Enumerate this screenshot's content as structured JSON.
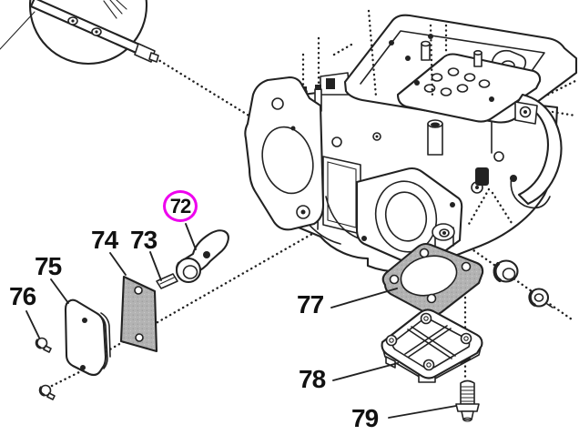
{
  "colors": {
    "background": "#ffffff",
    "line": "#222222",
    "highlight": "#ee00ee",
    "gasket_fill": "#b3b3b3",
    "label_text": "#111111"
  },
  "callouts": [
    {
      "label": "72",
      "part": "choke-lever",
      "highlighted": true
    },
    {
      "label": "73",
      "part": "lever-link",
      "highlighted": false
    },
    {
      "label": "74",
      "part": "gasket-plate",
      "highlighted": false
    },
    {
      "label": "75",
      "part": "cover-plate",
      "highlighted": false
    },
    {
      "label": "76",
      "part": "plate-screws",
      "highlighted": false
    },
    {
      "label": "77",
      "part": "mounting-gasket",
      "highlighted": false
    },
    {
      "label": "78",
      "part": "pump-cover",
      "highlighted": false
    },
    {
      "label": "79",
      "part": "cover-bolt",
      "highlighted": false
    }
  ]
}
